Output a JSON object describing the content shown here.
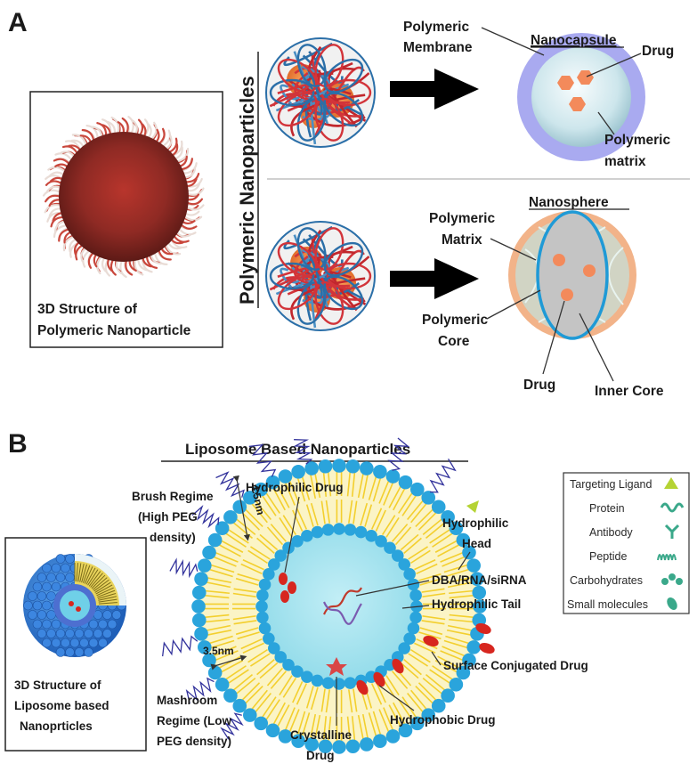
{
  "panel_a": {
    "letter": "A",
    "vertical_title": "Polymeric Nanoparticles",
    "structure_caption": [
      "3D Structure of",
      "Polymeric Nanoparticle"
    ],
    "nanocapsule": {
      "title": "Nanocapsule",
      "membrane": [
        "Polymeric",
        "Membrane"
      ],
      "drug": "Drug",
      "matrix": [
        "Polymeric",
        "matrix"
      ]
    },
    "nanosphere": {
      "title": "Nanosphere",
      "matrix": [
        "Polymeric",
        "Matrix"
      ],
      "core": [
        "Polymeric",
        "Core"
      ],
      "drug": "Drug",
      "inner_core": "Inner Core"
    }
  },
  "panel_b": {
    "letter": "B",
    "title": "Liposome Based Nanoparticles",
    "structure_caption": [
      "3D Structure of",
      "Liposome based",
      "Nanoprticles"
    ],
    "labels": {
      "brush_regime": [
        "Brush Regime",
        "(High PEG",
        "density)"
      ],
      "dim_top": "4.5nm",
      "dim_side": "3.5nm",
      "hydrophilic_drug": "Hydrophilic Drug",
      "hydrophilic_head": [
        "Hydrophilic",
        "Head"
      ],
      "dna": "DBA/RNA/siRNA",
      "hydrophilic_tail": "Hydrophilic Tail",
      "surface_conjugated": "Surface Conjugated Drug",
      "hydrophobic_drug": "Hydrophobic Drug",
      "crystalline_drug": [
        "Crystalline",
        "Drug"
      ],
      "mushroom_regime": [
        "Mashroom",
        "Regime (Low",
        "PEG density)"
      ]
    },
    "legend": [
      {
        "label": "Targeting Ligand",
        "icon": "triangle-icon",
        "color": "#b5d334"
      },
      {
        "label": "Protein",
        "icon": "protein-icon",
        "color": "#3aa88a"
      },
      {
        "label": "Antibody",
        "icon": "antibody-icon",
        "color": "#3aa88a"
      },
      {
        "label": "Peptide",
        "icon": "peptide-icon",
        "color": "#3aa88a"
      },
      {
        "label": "Carbohydrates",
        "icon": "carbohydrate-icon",
        "color": "#3aa88a"
      },
      {
        "label": "Small molecules",
        "icon": "small-molecule-icon",
        "color": "#3aa88a"
      }
    ]
  },
  "colors": {
    "bilayer_blue": "#2aa4dc",
    "lipid_yellow": "#f3cf2e",
    "core_cyan": "#a3e3f0",
    "drug_red": "#d7261f",
    "drug_orange": "#f07d48",
    "membrane_violet": "#a9aaf0",
    "sphere_peach": "#f2b389"
  }
}
